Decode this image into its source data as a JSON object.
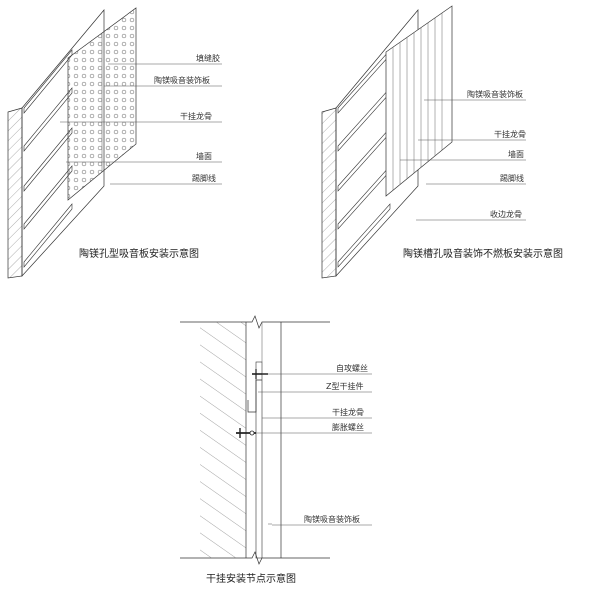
{
  "diagram1": {
    "caption": "陶镁孔型吸音板安装示意图",
    "labels": [
      "填缝胶",
      "陶镁吸音装饰板",
      "干挂龙骨",
      "墙面",
      "踢脚线"
    ]
  },
  "diagram2": {
    "caption": "陶镁槽孔吸音装饰不燃板安装示意图",
    "labels": [
      "陶镁吸音装饰板",
      "干挂龙骨",
      "墙面",
      "踢脚线",
      "收边龙骨"
    ]
  },
  "diagram3": {
    "caption": "干挂安装节点示意图",
    "labels": [
      "自攻螺丝",
      "Z型干挂件",
      "干挂龙骨",
      "膨胀螺丝",
      "陶镁吸音装饰板"
    ]
  },
  "colors": {
    "line": "#333333",
    "text": "#222222",
    "background": "#ffffff"
  }
}
